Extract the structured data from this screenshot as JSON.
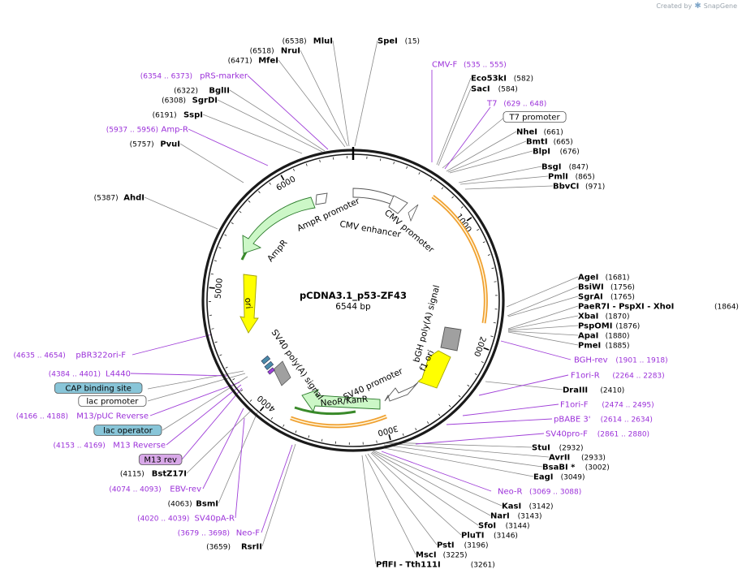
{
  "watermark": {
    "prefix": "Created by",
    "brand": "SnapGene"
  },
  "plasmid": {
    "name": "pCDNA3.1_p53-ZF43",
    "size_label": "6544 bp",
    "length": 6544
  },
  "ticks": [
    "1000",
    "2000",
    "3000",
    "4000",
    "5000",
    "6000"
  ],
  "sites": [
    {
      "name": "MluI",
      "pos": "(6538)",
      "side": "L"
    },
    {
      "name": "SpeI",
      "pos": "(15)",
      "side": "R"
    },
    {
      "name": "NruI",
      "pos": "(6518)",
      "side": "L"
    },
    {
      "name": "MfeI",
      "pos": "(6471)",
      "side": "L"
    },
    {
      "name": "Eco53kI",
      "pos": "(582)",
      "side": "R"
    },
    {
      "name": "SacI",
      "pos": "(584)",
      "side": "R"
    },
    {
      "name": "BglII",
      "pos": "(6322)",
      "side": "L"
    },
    {
      "name": "SgrDI",
      "pos": "(6308)",
      "side": "L"
    },
    {
      "name": "SspI",
      "pos": "(6191)",
      "side": "L"
    },
    {
      "name": "NheI",
      "pos": "(661)",
      "side": "R"
    },
    {
      "name": "BmtI",
      "pos": "(665)",
      "side": "R"
    },
    {
      "name": "BlpI",
      "pos": "(676)",
      "side": "R"
    },
    {
      "name": "PvuI",
      "pos": "(5757)",
      "side": "L"
    },
    {
      "name": "BsgI",
      "pos": "(847)",
      "side": "R"
    },
    {
      "name": "PmlI",
      "pos": "(865)",
      "side": "R"
    },
    {
      "name": "BbvCI",
      "pos": "(971)",
      "side": "R"
    },
    {
      "name": "AhdI",
      "pos": "(5387)",
      "side": "L"
    },
    {
      "name": "AgeI",
      "pos": "(1681)",
      "side": "R"
    },
    {
      "name": "BsiWI",
      "pos": "(1756)",
      "side": "R"
    },
    {
      "name": "SgrAI",
      "pos": "(1765)",
      "side": "R"
    },
    {
      "name": "PaeR7I  -  PspXI  -  XhoI",
      "pos": "(1864)",
      "side": "R"
    },
    {
      "name": "XbaI",
      "pos": "(1870)",
      "side": "R"
    },
    {
      "name": "PspOMI",
      "pos": "(1876)",
      "side": "R"
    },
    {
      "name": "ApaI",
      "pos": "(1880)",
      "side": "R"
    },
    {
      "name": "PmeI",
      "pos": "(1885)",
      "side": "R"
    },
    {
      "name": "DraIII",
      "pos": "(2410)",
      "side": "R"
    },
    {
      "name": "BstZ17I",
      "pos": "(4115)",
      "side": "L"
    },
    {
      "name": "StuI",
      "pos": "(2932)",
      "side": "R"
    },
    {
      "name": "AvrII",
      "pos": "(2933)",
      "side": "R"
    },
    {
      "name": "BsaBI *",
      "pos": "(3002)",
      "side": "R"
    },
    {
      "name": "EagI",
      "pos": "(3049)",
      "side": "R"
    },
    {
      "name": "BsmI",
      "pos": "(4063)",
      "side": "L"
    },
    {
      "name": "KasI",
      "pos": "(3142)",
      "side": "R"
    },
    {
      "name": "NarI",
      "pos": "(3143)",
      "side": "R"
    },
    {
      "name": "SfoI",
      "pos": "(3144)",
      "side": "R"
    },
    {
      "name": "PluTI",
      "pos": "(3146)",
      "side": "R"
    },
    {
      "name": "RsrII",
      "pos": "(3659)",
      "side": "L"
    },
    {
      "name": "PstI",
      "pos": "(3196)",
      "side": "R"
    },
    {
      "name": "MscI",
      "pos": "(3225)",
      "side": "R"
    },
    {
      "name": "PflFI  -  Tth111I",
      "pos": "(3261)",
      "side": "R"
    }
  ],
  "primers": [
    {
      "name": "CMV-F",
      "range": "(535 .. 555)",
      "side": "R"
    },
    {
      "name": "pRS-marker",
      "range": "(6354 .. 6373)",
      "side": "L"
    },
    {
      "name": "T7",
      "range": "(629 .. 648)",
      "side": "R"
    },
    {
      "name": "Amp-R",
      "range": "(5937 .. 5956)",
      "side": "L"
    },
    {
      "name": "BGH-rev",
      "range": "(1901 .. 1918)",
      "side": "R"
    },
    {
      "name": "F1ori-R",
      "range": "(2264 .. 2283)",
      "side": "R"
    },
    {
      "name": "pBR322ori-F",
      "range": "(4635 .. 4654)",
      "side": "L"
    },
    {
      "name": "F1ori-F",
      "range": "(2474 .. 2495)",
      "side": "R"
    },
    {
      "name": "L4440",
      "range": "(4384 .. 4401)",
      "side": "L"
    },
    {
      "name": "pBABE 3'",
      "range": "(2614 .. 2634)",
      "side": "R"
    },
    {
      "name": "SV40pro-F",
      "range": "(2861 .. 2880)",
      "side": "R"
    },
    {
      "name": "M13/pUC Reverse",
      "range": "(4166 .. 4188)",
      "side": "L"
    },
    {
      "name": "M13 Reverse",
      "range": "(4153 .. 4169)",
      "side": "L"
    },
    {
      "name": "Neo-R",
      "range": "(3069 .. 3088)",
      "side": "R"
    },
    {
      "name": "EBV-rev",
      "range": "(4074 .. 4093)",
      "side": "L"
    },
    {
      "name": "SV40pA-R",
      "range": "(4020 .. 4039)",
      "side": "L"
    },
    {
      "name": "Neo-F",
      "range": "(3679 .. 3698)",
      "side": "L"
    }
  ],
  "feature_boxes": [
    {
      "label": "T7 promoter",
      "style": "white"
    },
    {
      "label": "CAP binding site",
      "style": "blue"
    },
    {
      "label": "lac promoter",
      "style": "white"
    },
    {
      "label": "lac operator",
      "style": "blue"
    },
    {
      "label": "M13 rev",
      "style": "purple"
    }
  ],
  "features": [
    {
      "label": "CMV enhancer"
    },
    {
      "label": "CMV promoter"
    },
    {
      "label": "AmpR promoter"
    },
    {
      "label": "AmpR"
    },
    {
      "label": "ori"
    },
    {
      "label": "SV40 poly(A) signal"
    },
    {
      "label": "NeoR/KanR"
    },
    {
      "label": "SV40 promoter"
    },
    {
      "label": "f1 ori"
    },
    {
      "label": "bGH poly(A) signal"
    }
  ],
  "colors": {
    "backbone": "#1a1a1a",
    "primer": "#9b30d9",
    "site_line": "#888888",
    "amp": "#ccf7c7",
    "amp_stroke": "#2a7a2a",
    "ori": "#ffff00",
    "ori_stroke": "#a0a000",
    "orf": "#f0a030",
    "neo": "#ccf7c7",
    "grey": "#a0a0a0",
    "cap": "#88c5d8",
    "m13": "#d8a8e8"
  }
}
